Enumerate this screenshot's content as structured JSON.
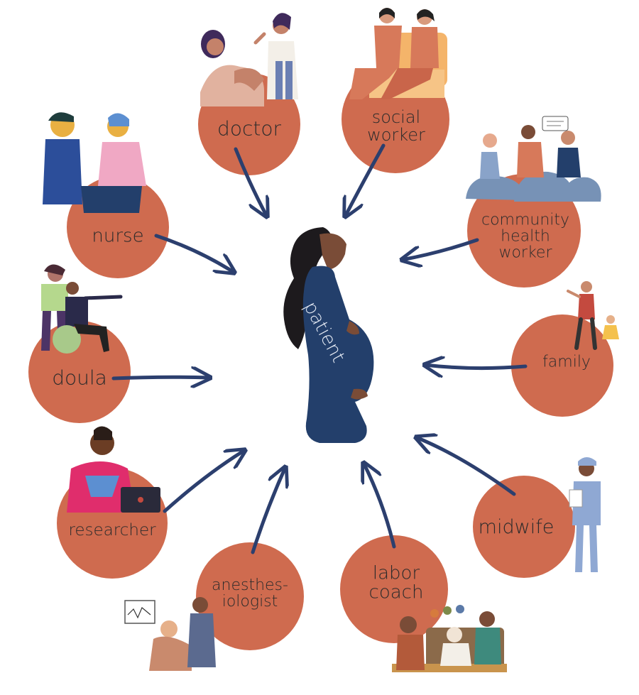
{
  "colors": {
    "circle": "#cf6b4f",
    "arrow": "#2c3f6e",
    "patient_dress": "#233f6b",
    "hair": "#1d1a1d",
    "skin": "#7a4c37"
  },
  "patient": {
    "label": "patient"
  },
  "roles": [
    {
      "key": "doctor",
      "label": "doctor"
    },
    {
      "key": "social_worker",
      "label": "social\nworker"
    },
    {
      "key": "community_health_worker",
      "label": "community\nhealth\nworker"
    },
    {
      "key": "family",
      "label": "family"
    },
    {
      "key": "midwife",
      "label": "midwife"
    },
    {
      "key": "labor_coach",
      "label": "labor\ncoach"
    },
    {
      "key": "anesthesiologist",
      "label": "anesthes-\niologist"
    },
    {
      "key": "researcher",
      "label": "researcher"
    },
    {
      "key": "doula",
      "label": "doula"
    },
    {
      "key": "nurse",
      "label": "nurse"
    }
  ]
}
